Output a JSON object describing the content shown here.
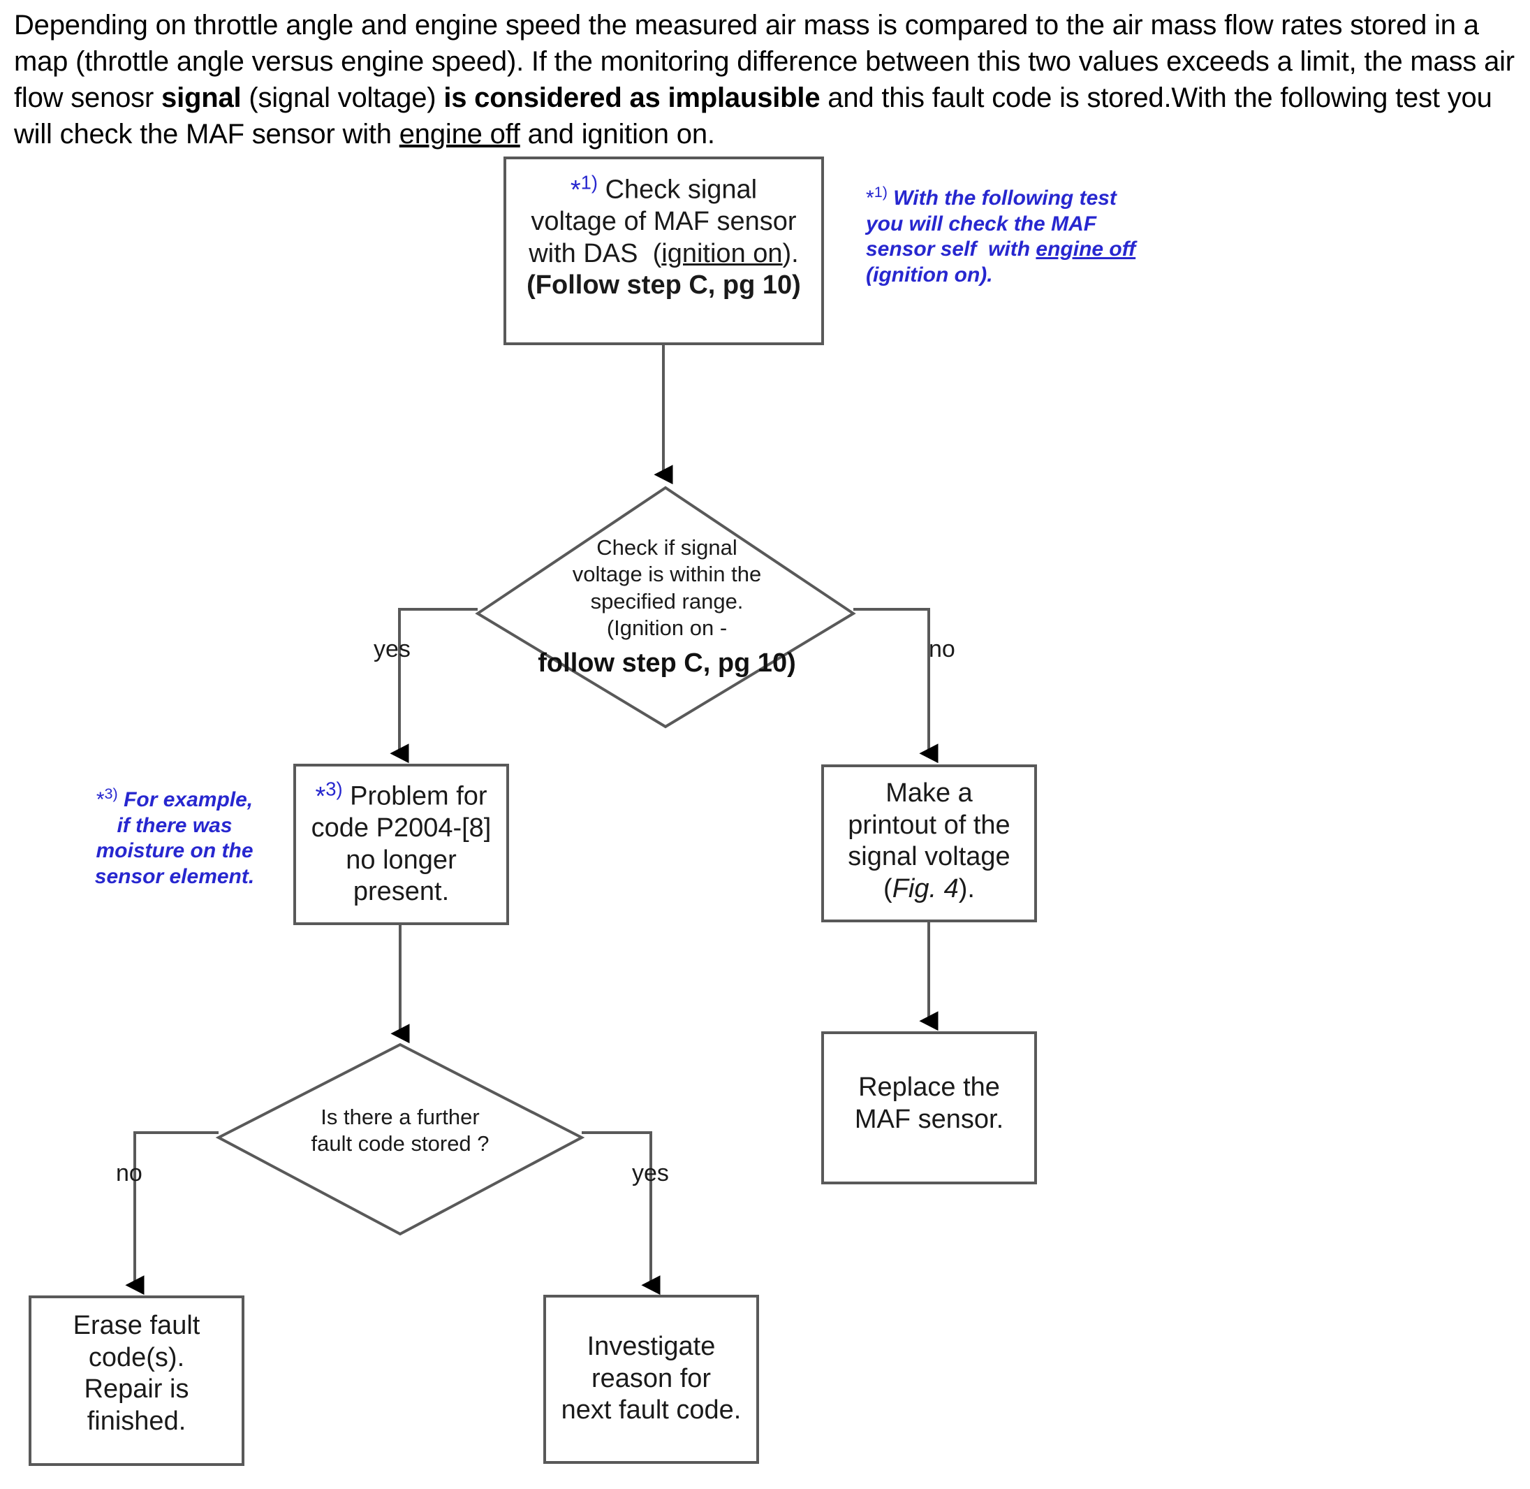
{
  "intro": {
    "segments": [
      {
        "text": "Depending on throttle angle and engine speed the measured air mass is compared to the air mass flow rates stored in a map (throttle angle versus engine speed). If the monitoring difference between this two values exceeds a limit, the mass air flow senosr ",
        "style": "normal"
      },
      {
        "text": "signal",
        "style": "bold"
      },
      {
        "text": " (signal voltage) ",
        "style": "normal"
      },
      {
        "text": "is considered as implausible",
        "style": "bold"
      },
      {
        "text": " and this fault code is stored.With the following test you will check the  MAF sensor with ",
        "style": "normal"
      },
      {
        "text": "engine off",
        "style": "underline"
      },
      {
        "text": " and ignition on.",
        "style": "normal"
      }
    ],
    "plain": "Depending on throttle angle and engine speed the measured air mass is compared to the air mass flow rates stored in a map (throttle angle versus engine speed). If the monitoring difference between this two values exceeds a limit, the mass air flow senosr signal (signal voltage) is considered as implausible and this fault code is stored.With the following test you will check the  MAF sensor with engine off and ignition on."
  },
  "flow": {
    "nodes": {
      "check_signal_voltage": {
        "shape": "process",
        "ref_marker": "*1)",
        "lines": [
          "Check signal",
          "voltage of  MAF sensor",
          "with DAS  (ignition on).",
          "(Follow step C, pg 10)"
        ]
      },
      "decision_signal_range": {
        "shape": "decision",
        "lines": [
          "Check if signal",
          "voltage is within the",
          "specified range.",
          "(Ignition on -",
          "follow step C, pg 10)"
        ]
      },
      "problem_no_longer_present": {
        "shape": "process",
        "ref_marker": "*3)",
        "lines": [
          "Problem for",
          "code P2004-[8]",
          "no longer",
          "present."
        ]
      },
      "make_printout": {
        "shape": "process",
        "lines": [
          "Make a",
          "printout of the",
          "signal voltage",
          "(Fig. 4)."
        ]
      },
      "replace_maf_sensor": {
        "shape": "process",
        "lines": [
          "Replace the",
          "MAF sensor."
        ]
      },
      "decision_further_fault_code": {
        "shape": "decision",
        "lines": [
          "Is there a further",
          "fault code stored ?"
        ]
      },
      "erase_fault_codes": {
        "shape": "process",
        "lines": [
          "Erase fault",
          "code(s).",
          "Repair is",
          "finished."
        ]
      },
      "investigate_next_code": {
        "shape": "process",
        "lines": [
          "Investigate",
          "reason for",
          "next fault code."
        ]
      }
    },
    "edge_labels": {
      "d1_yes": "yes",
      "d1_no": "no",
      "d2_no": "no",
      "d2_yes": "yes"
    }
  },
  "notes": {
    "note1": {
      "marker": "*1)",
      "lines": [
        "With the following test",
        "you will check the  MAF",
        "sensor self  with engine off",
        "(ignition on)."
      ],
      "underlined": "engine off",
      "color": "#2727cf"
    },
    "note3": {
      "marker": "*3)",
      "lines": [
        "For example,",
        "if there was",
        "moisture on the",
        "sensor element."
      ],
      "color": "#2727cf"
    }
  },
  "colors": {
    "note_blue": "#2727cf",
    "line_gray": "#595959",
    "text_black": "#1a1a1a"
  }
}
